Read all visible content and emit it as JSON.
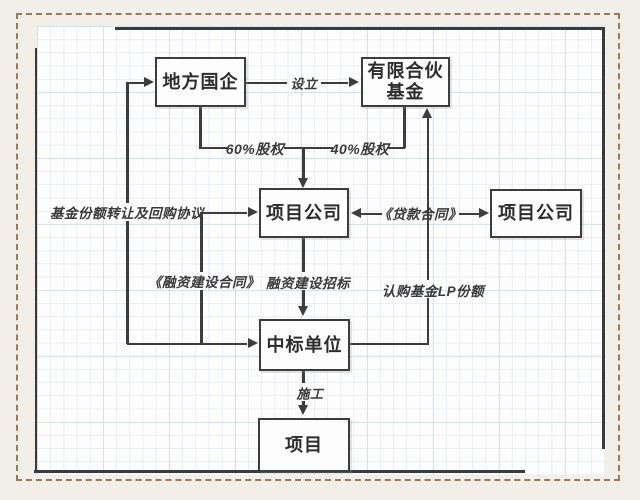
{
  "colors": {
    "bg": "#f2efe9",
    "paper": "#fdfdfe",
    "line": "#3d3d3d",
    "frame": "#3a3a3a",
    "dash": "#9a7a58",
    "text": "#2d2d2d",
    "label": "#3a3a3a"
  },
  "nodes": {
    "local_soe": "地方国企",
    "lp_fund_line1": "有限合伙",
    "lp_fund_line2": "基金",
    "project_company": "项目公司",
    "project_company_right": "项目公司",
    "winning_bidder": "中标单位",
    "project": "项目"
  },
  "edge_labels": {
    "establish": "设立",
    "equity_60": "60%股权",
    "equity_40": "40%股权",
    "fund_share_transfer": "基金份额转让及回购协议",
    "loan_contract": "《贷款合同》",
    "financing_construction_contract": "《融资建设合同》",
    "financing_construction_bidding": "融资建设招标",
    "subscribe_lp_share": "认购基金LP份额",
    "construction": "施工"
  }
}
